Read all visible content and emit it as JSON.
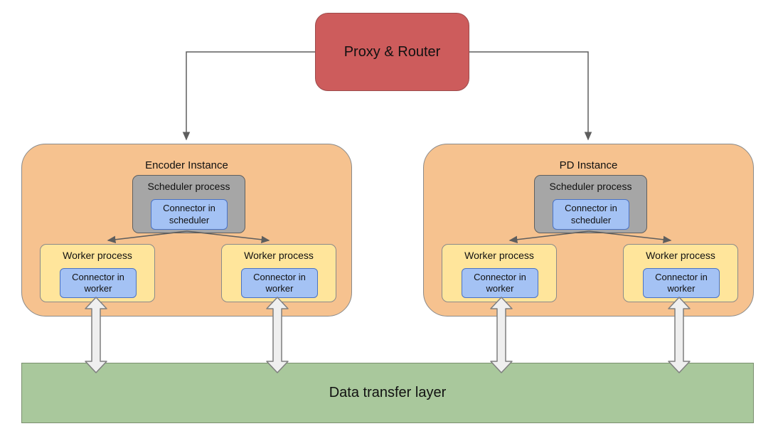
{
  "proxy": {
    "label": "Proxy & Router"
  },
  "instances": [
    {
      "title": "Encoder Instance",
      "scheduler": {
        "label": "Scheduler process",
        "connector_label": "Connector in scheduler"
      },
      "workers": [
        {
          "label": "Worker process",
          "connector_label": "Connector in worker"
        },
        {
          "label": "Worker process",
          "connector_label": "Connector in worker"
        }
      ]
    },
    {
      "title": "PD Instance",
      "scheduler": {
        "label": "Scheduler process",
        "connector_label": "Connector in scheduler"
      },
      "workers": [
        {
          "label": "Worker process",
          "connector_label": "Connector in worker"
        },
        {
          "label": "Worker process",
          "connector_label": "Connector in worker"
        }
      ]
    }
  ],
  "data_layer": {
    "label": "Data transfer layer"
  },
  "colors": {
    "proxy_fill": "#cd5c5c",
    "instance_fill": "#f6c28f",
    "scheduler_fill": "#a6a6a6",
    "worker_fill": "#ffe59b",
    "connector_fill": "#a4c2f4",
    "data_layer_fill": "#a9c89c",
    "edge_stroke": "#5e5e5e"
  }
}
